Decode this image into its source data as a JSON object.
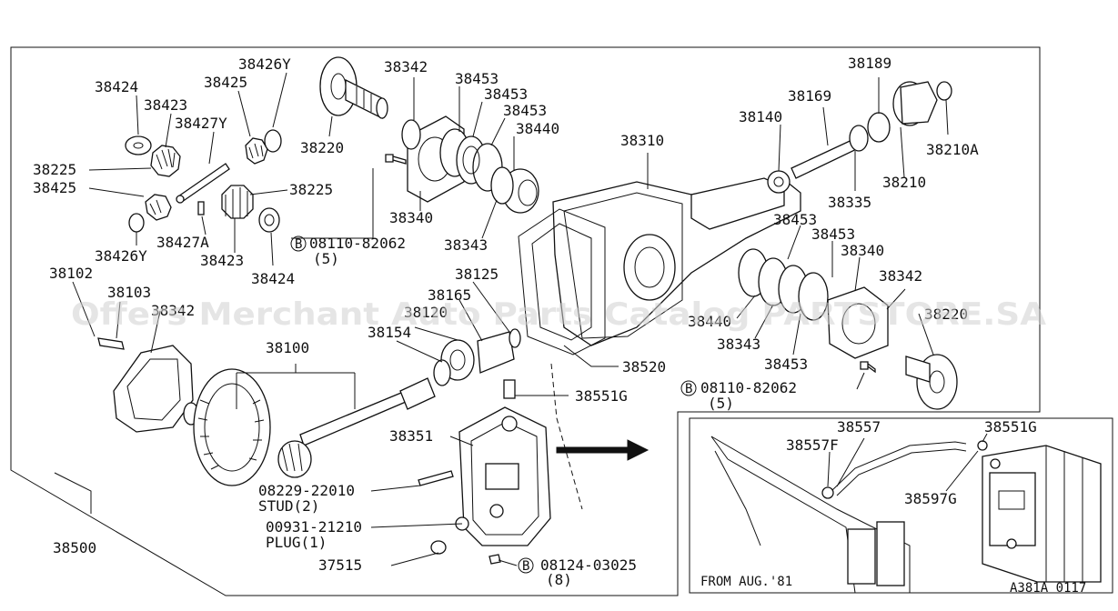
{
  "labels": {
    "p38426Y_top": "38426Y",
    "p38424_top": "38424",
    "p38425_top": "38425",
    "p38423_top": "38423",
    "p38427Y": "38427Y",
    "p38225_left": "38225",
    "p38425_left": "38425",
    "p38225_right": "38225",
    "p38426Y_bot": "38426Y",
    "p38427A": "38427A",
    "p38423_bot": "38423",
    "p38424_bot": "38424",
    "p38220": "38220",
    "p38342_top": "38342",
    "p38453_a": "38453",
    "p38453_b": "38453",
    "p38453_c": "38453",
    "p38440_top": "38440",
    "p38340_left": "38340",
    "p38343_left": "38343",
    "bolt_a": "08110-82062",
    "bolt_a_qty": "(5)",
    "p38310": "38310",
    "p38140": "38140",
    "p38169": "38169",
    "p38189": "38189",
    "p38210A": "38210A",
    "p38210": "38210",
    "p38335": "38335",
    "p38453_d": "38453",
    "p38453_e": "38453",
    "p38340_right": "38340",
    "p38342_right": "38342",
    "p38440_right": "38440",
    "p38343_right": "38343",
    "p38453_f": "38453",
    "p38220_right": "38220",
    "bolt_b": "08110-82062",
    "bolt_b_qty": "(5)",
    "p38102": "38102",
    "p38103": "38103",
    "p38342_left": "38342",
    "p38125": "38125",
    "p38165": "38165",
    "p38120": "38120",
    "p38154": "38154",
    "p38100": "38100",
    "p38520": "38520",
    "p38551G": "38551G",
    "p38351": "38351",
    "stud_num": "08229-22010",
    "stud_txt": "STUD(2)",
    "plug_num": "00931-21210",
    "plug_txt": "PLUG(1)",
    "p37515": "37515",
    "bolt_c": "08124-03025",
    "bolt_c_qty": "(8)",
    "p38500": "38500",
    "inset_38557": "38557",
    "inset_38551G": "38551G",
    "inset_38557F": "38557F",
    "inset_38597G": "38597G",
    "inset_note": "FROM AUG.'81",
    "figure_code": "A381A 0117",
    "circle_b": "B",
    "watermark": "Offers Merchant Auto Parts Catalog PARTSTORE.SA"
  }
}
